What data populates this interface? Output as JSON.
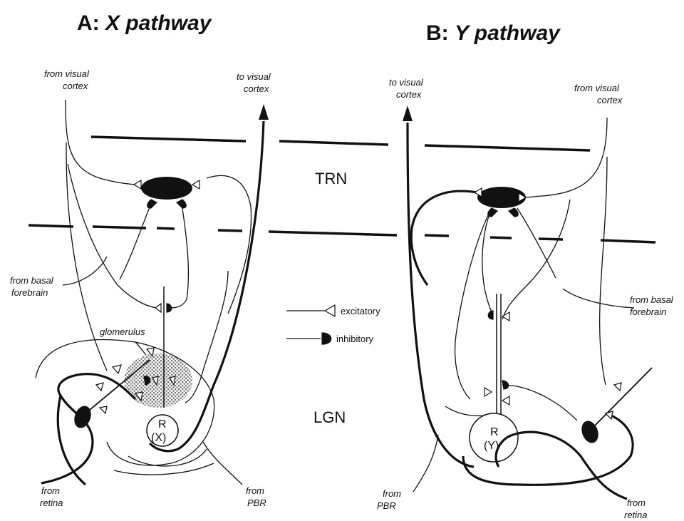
{
  "panels": {
    "a": {
      "title_prefix": "A:",
      "title_italic": "X pathway",
      "from_visual_cortex_1": "from visual",
      "from_visual_cortex_2": "cortex",
      "to_visual_cortex_1": "to visual",
      "to_visual_cortex_2": "cortex",
      "from_basal_forebrain_1": "from basal",
      "from_basal_forebrain_2": "forebrain",
      "glomerulus": "glomerulus",
      "relay_cell_1": "R",
      "relay_cell_2": "(X)",
      "from_retina_1": "from",
      "from_retina_2": "retina",
      "from_pbr_1": "from",
      "from_pbr_2": "PBR"
    },
    "b": {
      "title_prefix": "B:",
      "title_italic": "Y pathway",
      "to_visual_cortex_1": "to visual",
      "to_visual_cortex_2": "cortex",
      "from_visual_cortex_1": "from visual",
      "from_visual_cortex_2": "cortex",
      "from_basal_forebrain_1": "from basal",
      "from_basal_forebrain_2": "forebrain",
      "relay_cell_1": "R",
      "relay_cell_2": "(Y)",
      "from_pbr_1": "from",
      "from_pbr_2": "PBR",
      "from_retina_1": "from",
      "from_retina_2": "retina"
    }
  },
  "regions": {
    "trn": "TRN",
    "lgn": "LGN"
  },
  "legend": {
    "excitatory": "excitatory",
    "inhibitory": "inhibitory"
  }
}
